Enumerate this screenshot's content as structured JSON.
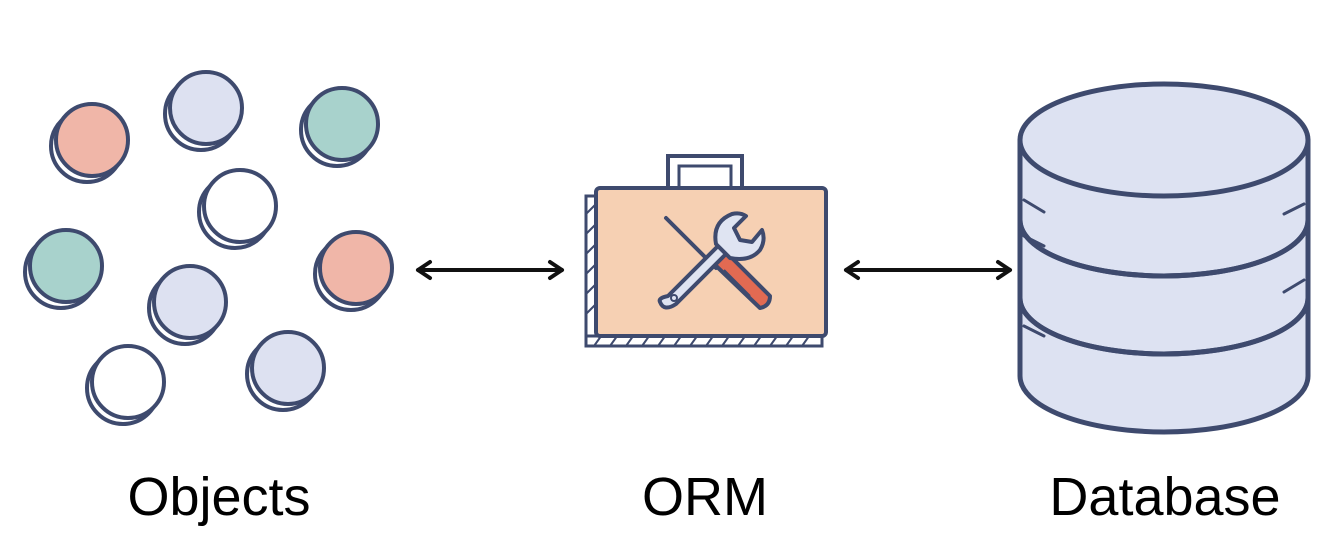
{
  "labels": {
    "objects": "Objects",
    "orm": "ORM",
    "database": "Database"
  },
  "colors": {
    "outline": "#3e4a6e",
    "object_pink": "#f0b6a8",
    "object_lavender": "#dde1f1",
    "object_teal": "#a8d2cc",
    "object_white": "#ffffff",
    "toolbox": "#f6d0b3",
    "database": "#dde2f2",
    "arrow": "#111111",
    "tool_handle_red": "#e26a52",
    "tool_metal": "#dfe4f2"
  },
  "icons": {
    "objects": "object-circle",
    "orm": "toolbox-icon",
    "tools": "wrench-screwdriver-icon",
    "database": "database-cylinder-icon"
  }
}
